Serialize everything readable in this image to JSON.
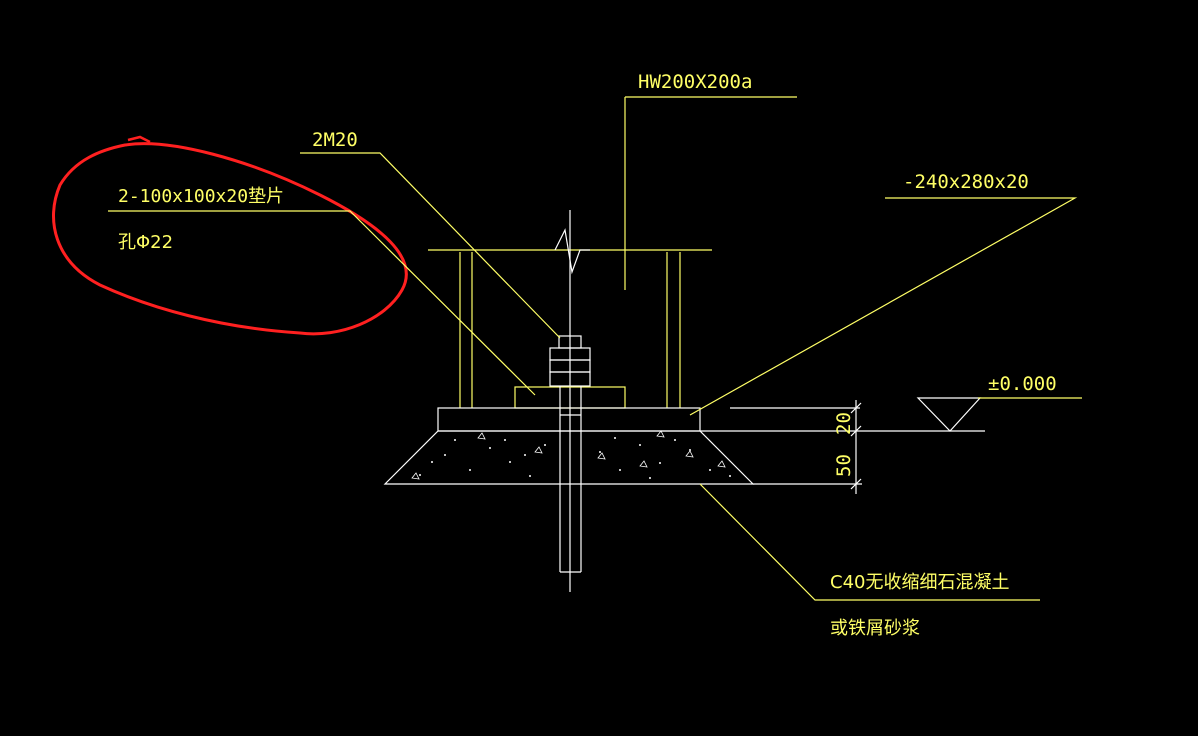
{
  "labels": {
    "column_section": "HW200X200a",
    "anchor_bolts": "2M20",
    "base_plate": "-240x280x20",
    "washer_spec": "2-100x100x20垫片",
    "washer_hole": "孔Φ22",
    "elevation": "±0.000",
    "dim_plate": "20",
    "dim_grout": "50",
    "grout_line1": "C40无收缩细石混凝土",
    "grout_line2": "或铁屑砂浆"
  },
  "colors": {
    "background": "#000000",
    "annotation": "#ffff66",
    "geometry": "#ffffff",
    "highlight": "#ff2020"
  }
}
